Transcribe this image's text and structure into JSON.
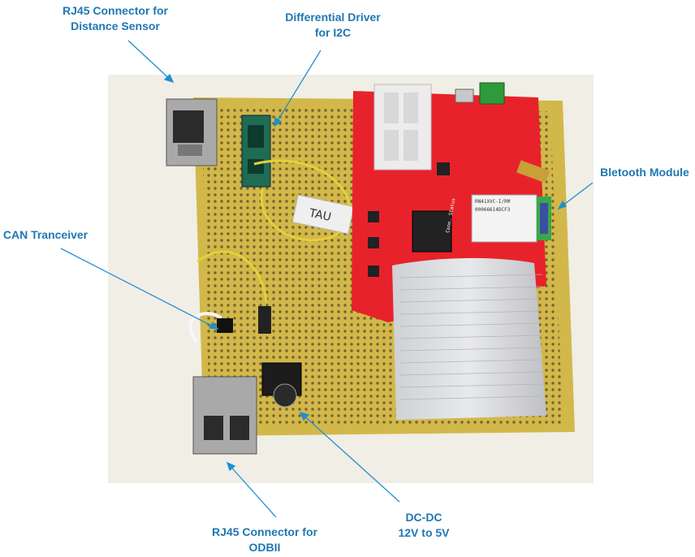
{
  "labels": {
    "rj45_distance": [
      "RJ45 Connector for",
      "Distance Sensor"
    ],
    "diff_driver": [
      "Differential Driver",
      "for I2C"
    ],
    "bluetooth": [
      "Bletooth Module"
    ],
    "can": [
      "CAN Tranceiver"
    ],
    "rj45_odbii": [
      "RJ45 Connector for",
      "ODBII"
    ],
    "dcdc": [
      "DC-DC",
      "12V to 5V"
    ]
  },
  "board_text": {
    "tag": "TAU",
    "bt_chip_1": "RN41XVC-I/RM",
    "bt_chip_2": "00066614DCF3",
    "conn_status": "Conn. Status"
  },
  "colors": {
    "label": "#1f77b4",
    "perfboard": "#d2b84a",
    "red_board": "#e8222a",
    "background": "#f1eee6"
  }
}
